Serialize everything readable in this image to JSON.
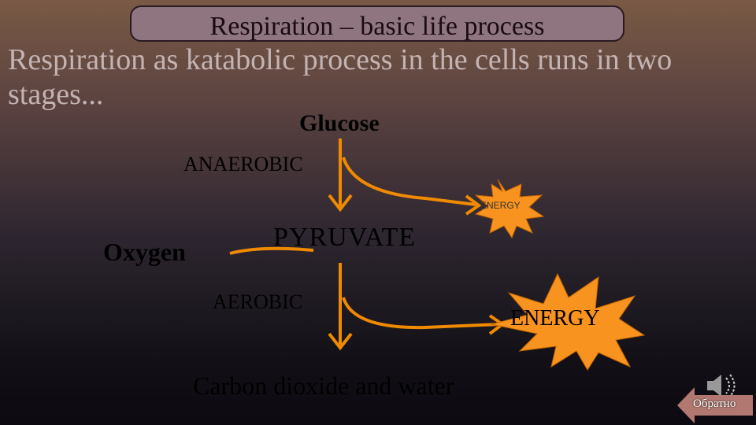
{
  "title": "Respiration – basic life process",
  "intro": "Respiration as katabolic process in the cells runs in two stages...",
  "diagram": {
    "glucose": "Glucose",
    "anaerobic": "ANAEROBIC",
    "energy_small": "ENERGY",
    "pyruvate": "PYRUVATE",
    "oxygen": "Oxygen",
    "aerobic": "AEROBIC",
    "energy_big": "ENERGY",
    "products": "Carbon dioxide and water"
  },
  "controls": {
    "back_label": "Обратно"
  },
  "colors": {
    "arrow": "#f08a00",
    "burst": "#f7931e",
    "title_bg": "#8f7580"
  },
  "icons": [
    "down-arrow-icon",
    "curved-arrow-icon",
    "energy-burst-icon",
    "speaker-icon",
    "back-arrow-icon"
  ]
}
